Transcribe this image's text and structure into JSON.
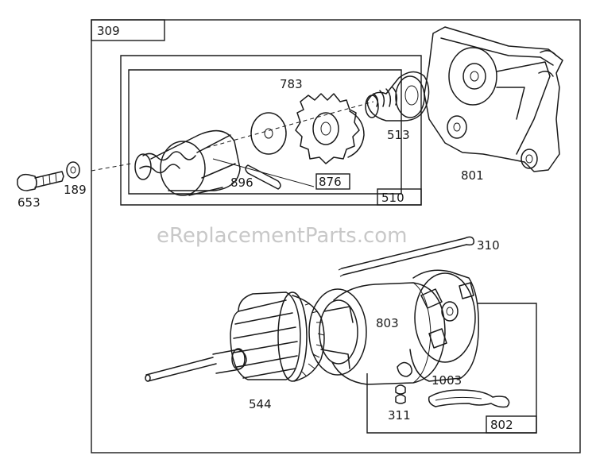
{
  "watermark": "eReplacementParts.com",
  "labels": {
    "p309": "309",
    "p653": "653",
    "p189": "189",
    "p783": "783",
    "p513": "513",
    "p801": "801",
    "p896": "896",
    "p876": "876",
    "p510": "510",
    "p310": "310",
    "p803": "803",
    "p544": "544",
    "p1003": "1003",
    "p311": "311",
    "p802": "802"
  }
}
